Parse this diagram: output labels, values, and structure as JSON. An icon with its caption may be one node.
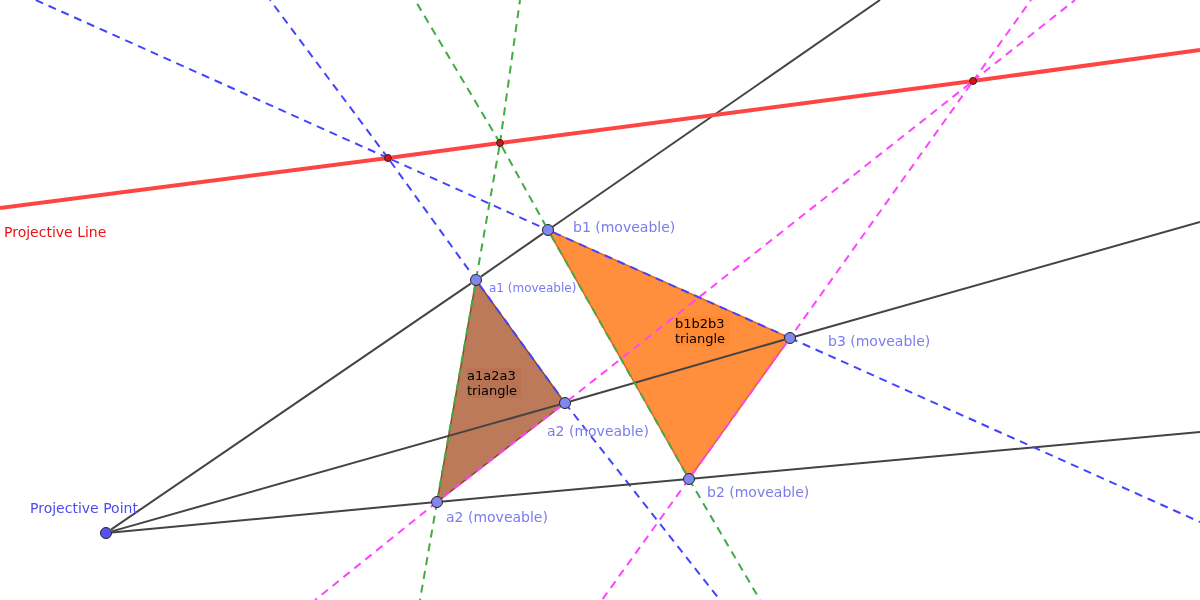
{
  "diagram": {
    "nodes": [
      {
        "text": [
          "a1a2a3 triangle"
        ]
      },
      {
        "text": [
          "b1b2b3 triangle"
        ]
      },
      {
        "text": [
          "Projective Point"
        ]
      },
      {
        "text": [
          "a1 (moveable)"
        ]
      },
      {
        "text": [
          "a2 (moveable)"
        ]
      },
      {
        "text": [
          "a2 (moveable)"
        ]
      },
      {
        "text": [
          "b1 (moveable)"
        ]
      },
      {
        "text": [
          "b2 (moveable)"
        ]
      },
      {
        "text": [
          "b3 (moveable)"
        ]
      },
      {
        "text": [],
        "shape": "circle"
      },
      {
        "text": [],
        "shape": "circle"
      },
      {
        "text": [],
        "shape": "circle"
      }
    ],
    "edges": [
      {
        "from": 2,
        "to": 3,
        "arrow": "none",
        "color": "#444444"
      },
      {
        "from": 3,
        "to": 6,
        "arrow": "none",
        "color": "#444444"
      },
      {
        "from": 2,
        "to": 4,
        "arrow": "none",
        "color": "#444444"
      },
      {
        "from": 4,
        "to": 8,
        "arrow": "none",
        "color": "#444444"
      },
      {
        "from": 2,
        "to": 5,
        "arrow": "none",
        "color": "#444444"
      },
      {
        "from": 5,
        "to": 7,
        "arrow": "none",
        "color": "#444444"
      },
      {
        "from": 9,
        "to": 3,
        "arrow": "none",
        "style": "dashed",
        "color": "#4444ff"
      },
      {
        "from": 3,
        "to": 4,
        "arrow": "none",
        "style": "dashed",
        "color": "#4444ff"
      },
      {
        "from": 9,
        "to": 6,
        "arrow": "none",
        "style": "dashed",
        "color": "#4444ff"
      },
      {
        "from": 6,
        "to": 8,
        "arrow": "none",
        "style": "dashed",
        "color": "#4444ff"
      },
      {
        "from": 10,
        "to": 3,
        "arrow": "none",
        "style": "dashed",
        "color": "#44aa44"
      },
      {
        "from": 3,
        "to": 5,
        "arrow": "none",
        "style": "dashed",
        "color": "#44aa44"
      },
      {
        "from": 10,
        "to": 6,
        "arrow": "none",
        "style": "dashed",
        "color": "#44aa44"
      },
      {
        "from": 6,
        "to": 7,
        "arrow": "none",
        "style": "dashed",
        "color": "#44aa44"
      },
      {
        "from": 11,
        "to": 4,
        "arrow": "none",
        "style": "dashed",
        "color": "#ff44ff"
      },
      {
        "from": 4,
        "to": 5,
        "arrow": "none",
        "style": "dashed",
        "color": "#ff44ff"
      },
      {
        "from": 11,
        "to": 8,
        "arrow": "none",
        "style": "dashed",
        "color": "#ff44ff"
      },
      {
        "from": 8,
        "to": 7,
        "arrow": "none",
        "style": "dashed",
        "color": "#ff44ff"
      },
      {
        "from": 9,
        "to": 10,
        "arrow": "none",
        "style": "thick",
        "color": "#ff4444"
      },
      {
        "from": 10,
        "to": 11,
        "arrow": "none",
        "style": "thick",
        "color": "#ff4444"
      }
    ],
    "labels": [
      "Projective Line"
    ]
  }
}
